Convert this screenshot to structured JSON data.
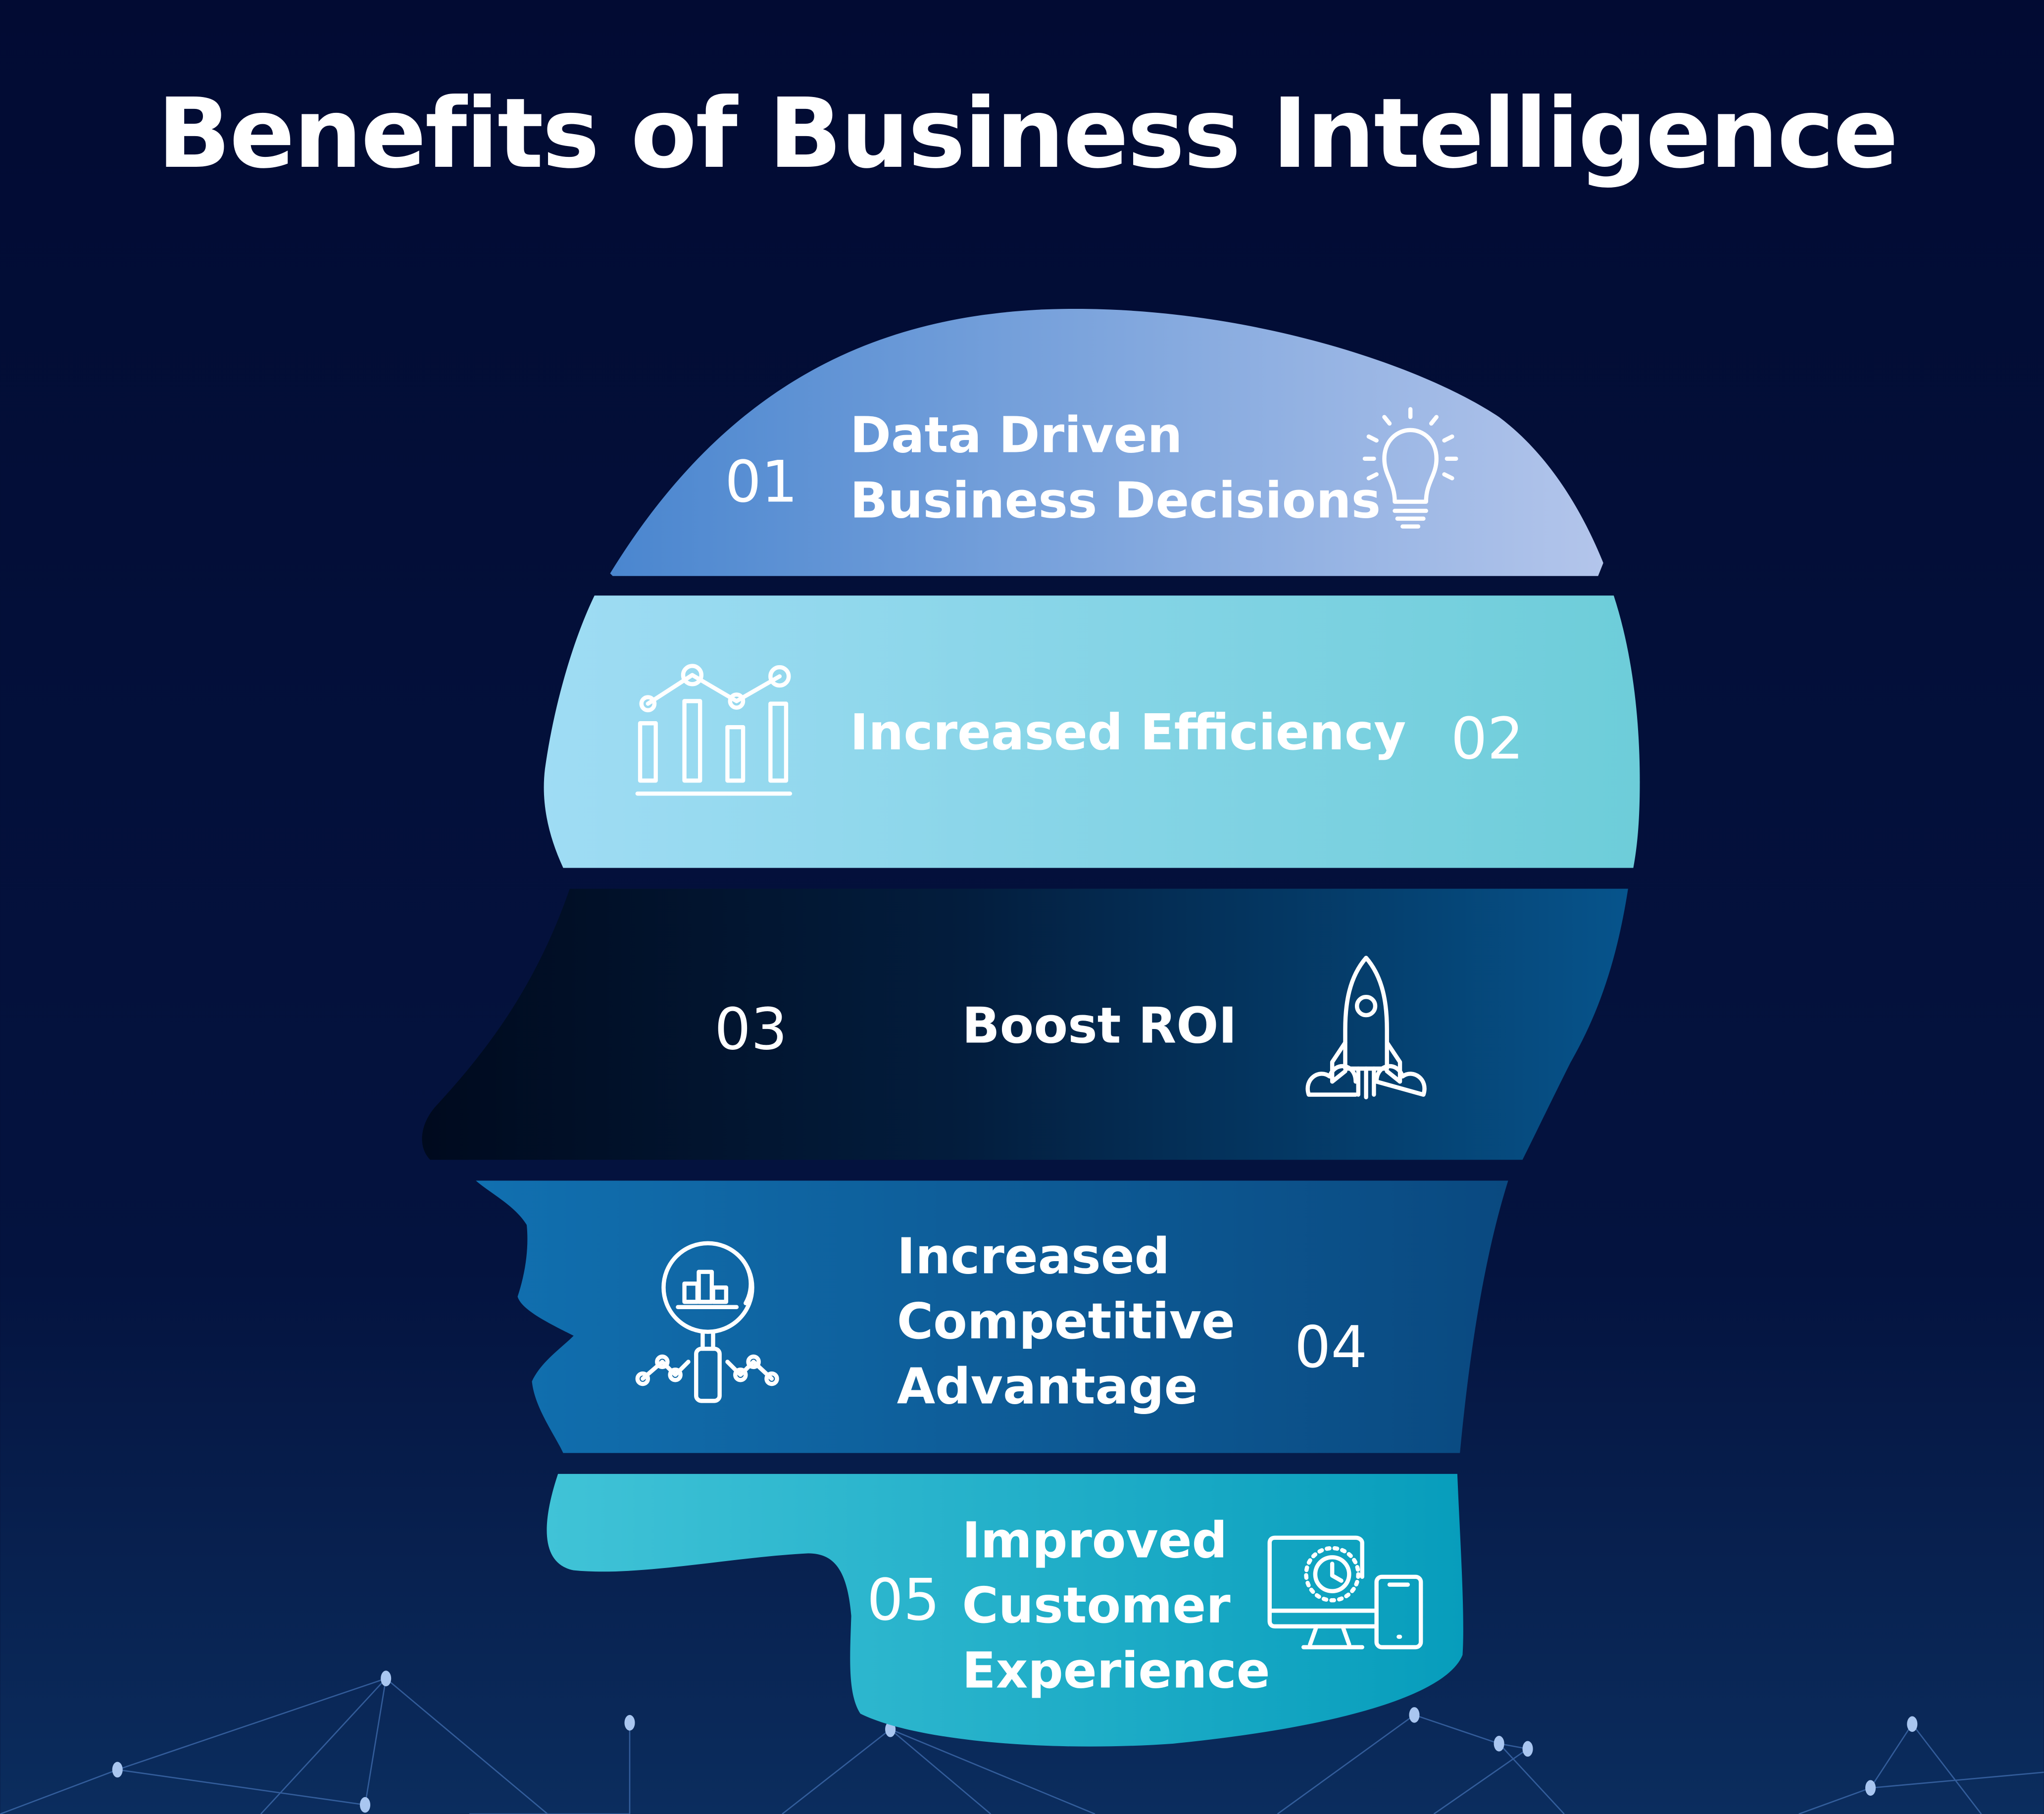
{
  "title": "Benefits of Business Intelligence",
  "benefits": [
    {
      "number": "01",
      "lines": [
        "Data Driven",
        "Business Decisions"
      ],
      "icon": "lightbulb-icon"
    },
    {
      "number": "02",
      "lines": [
        "Increased Efficiency"
      ],
      "icon": "bar-line-chart-icon"
    },
    {
      "number": "03",
      "lines": [
        "Boost ROI"
      ],
      "icon": "rocket-icon"
    },
    {
      "number": "04",
      "lines": [
        "Increased",
        "Competitive",
        "Advantage"
      ],
      "icon": "magnifier-chart-icon"
    },
    {
      "number": "05",
      "lines": [
        "Improved",
        "Customer",
        "Experience"
      ],
      "icon": "monitor-phone-clock-icon"
    }
  ],
  "colors": {
    "background_top": "#020b33",
    "background_bottom": "#0b2d5e",
    "band1": [
      "#4a86cf",
      "#b3c5eb"
    ],
    "band2": [
      "#9fdcf4",
      "#6dcdd9"
    ],
    "band3": [
      "#000a1e",
      "#06548c"
    ],
    "band4": [
      "#1170b0",
      "#0a4980"
    ],
    "band5": [
      "#40c3d7",
      "#079dbc"
    ]
  }
}
